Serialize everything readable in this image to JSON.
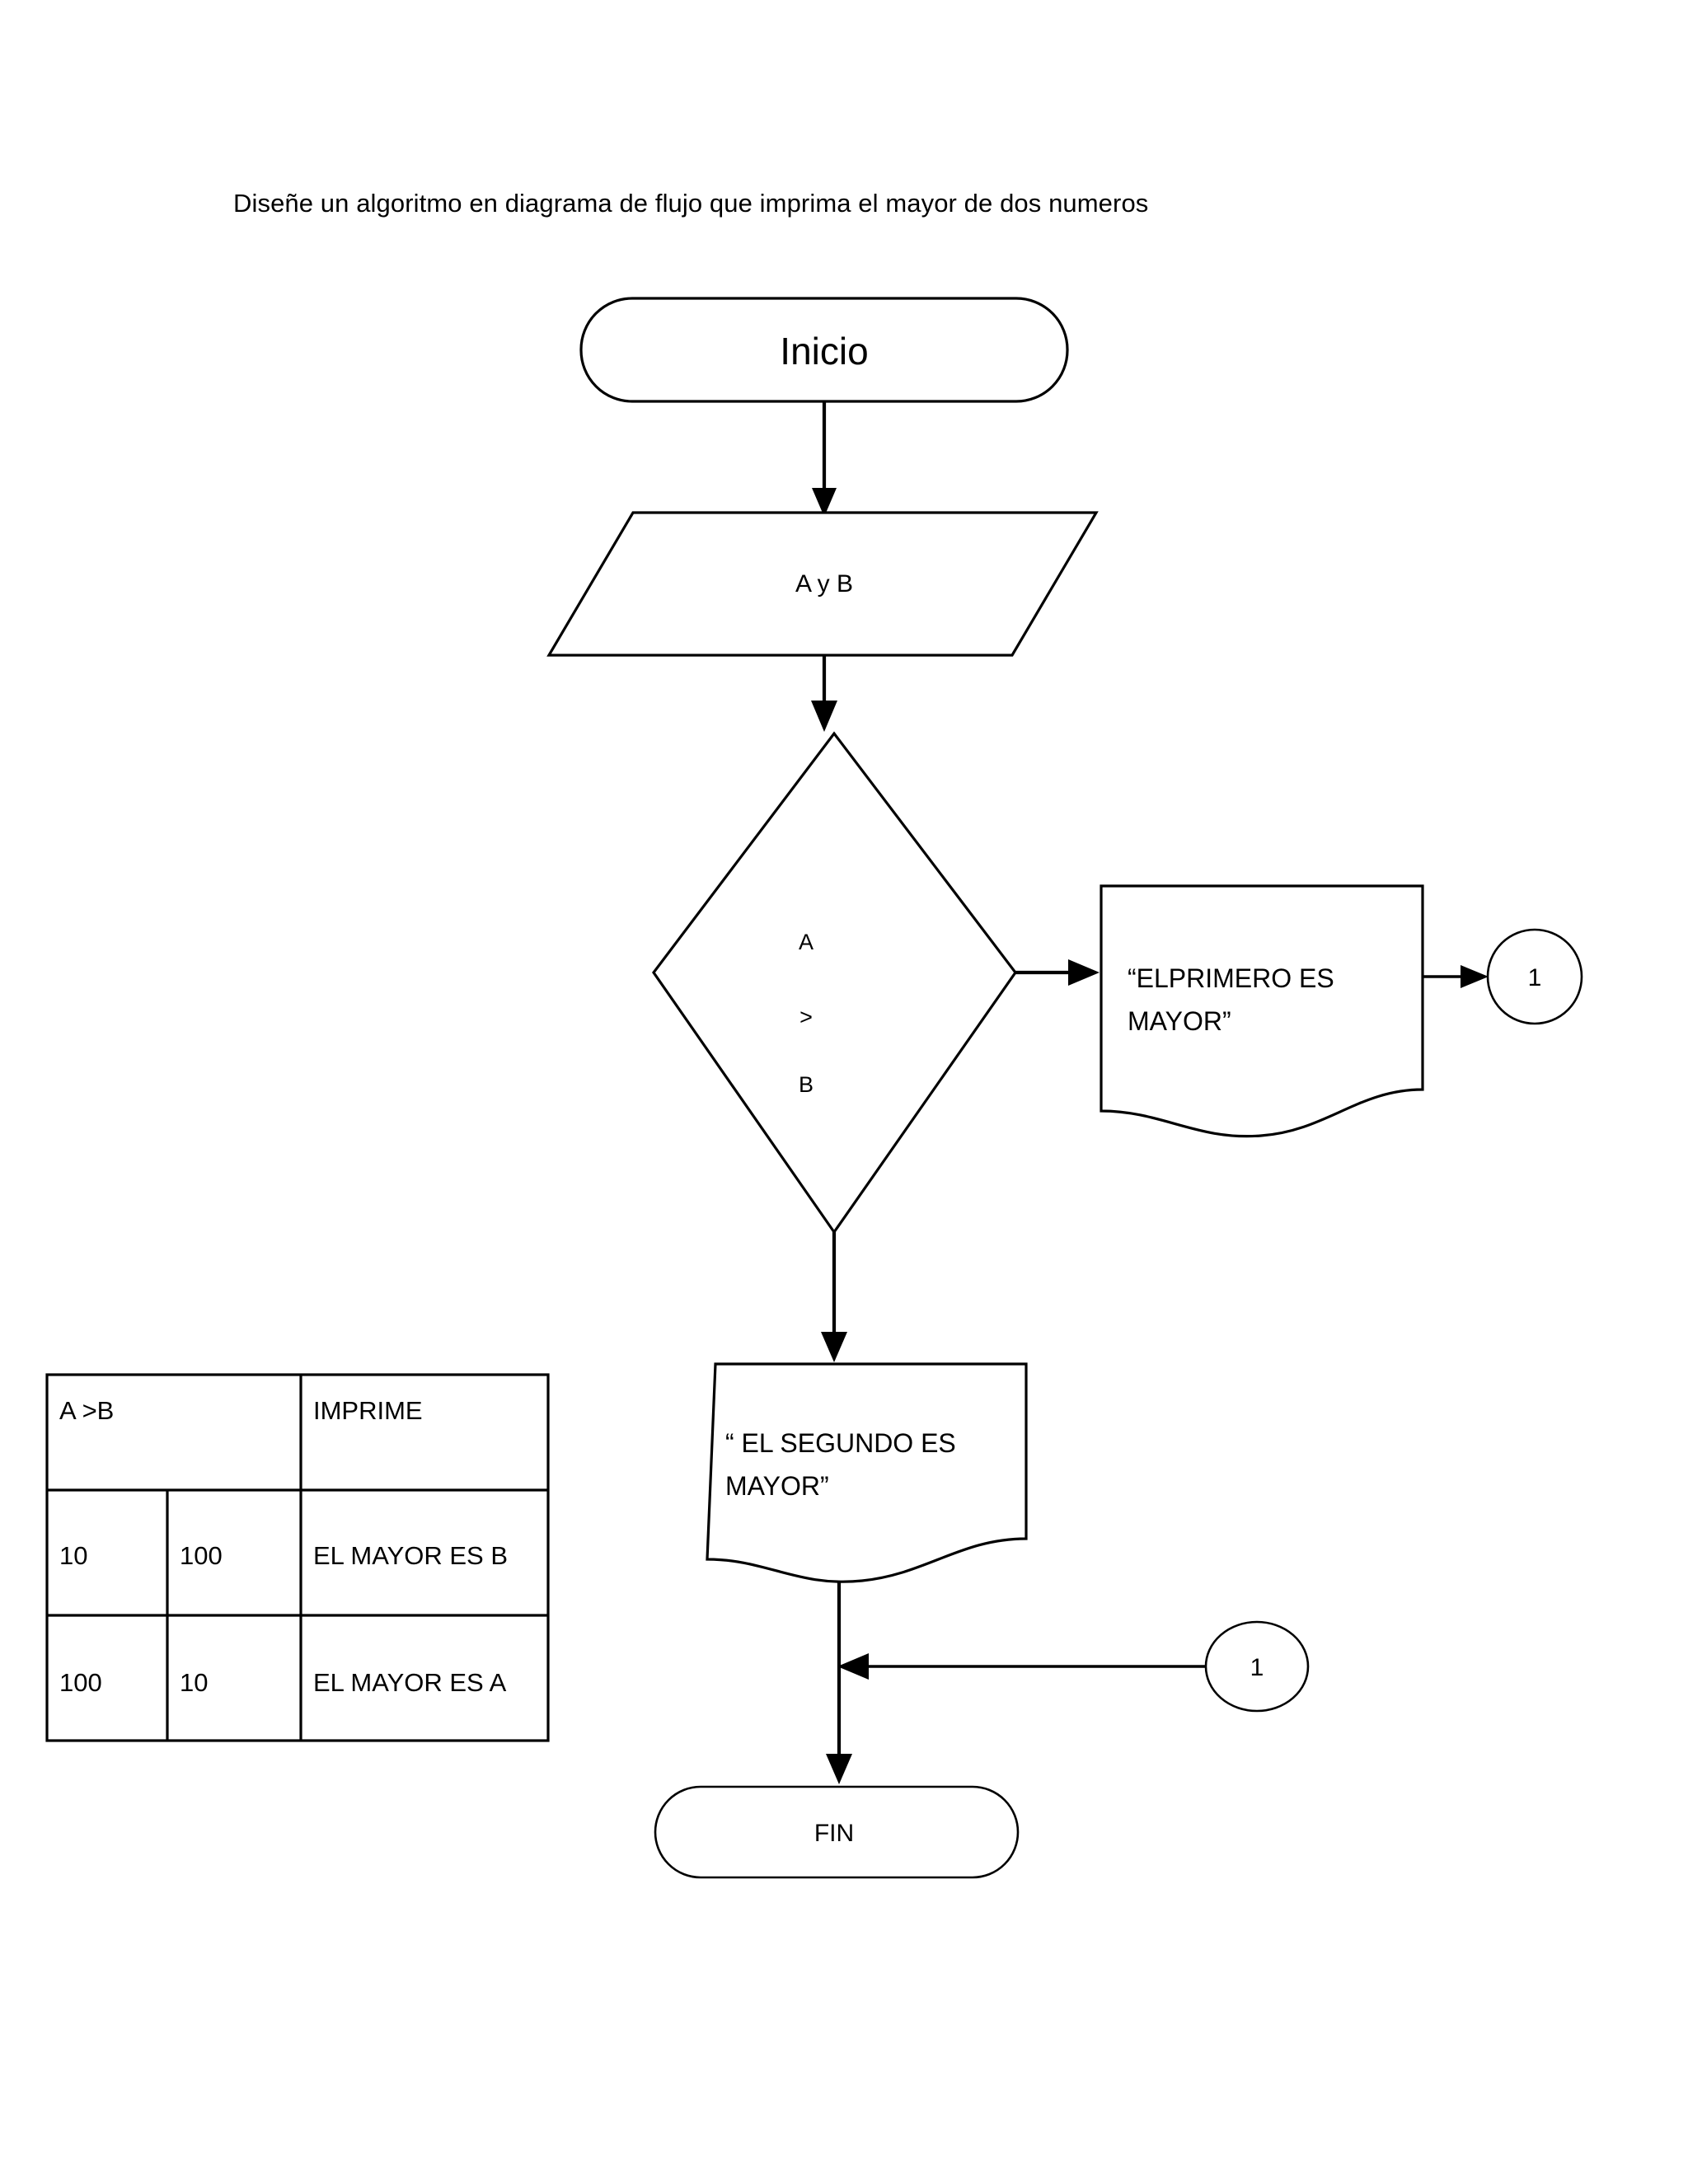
{
  "document": {
    "prompt": "Diseñe un algoritmo en diagrama de flujo que imprima el mayor de dos numeros"
  },
  "flowchart": {
    "start": {
      "label": "Inicio",
      "shape": "terminator"
    },
    "input": {
      "label": "A y B",
      "shape": "parallelogram"
    },
    "decision": {
      "shape": "diamond",
      "line1": "A",
      "line2": ">",
      "line3": "B"
    },
    "output_true": {
      "label_line1": "“ELPRIMERO ES",
      "label_line2": "MAYOR”",
      "shape": "document"
    },
    "output_false": {
      "label_line1": "“ EL SEGUNDO ES",
      "label_line2": "MAYOR”",
      "shape": "document"
    },
    "connector_out": {
      "label": "1",
      "shape": "circle"
    },
    "connector_in": {
      "label": "1",
      "shape": "circle"
    },
    "end": {
      "label": "FIN",
      "shape": "terminator"
    }
  },
  "table": {
    "header": {
      "condition": "A >B",
      "output": "IMPRIME"
    },
    "rows": [
      {
        "a": "10",
        "b": "100",
        "imprime": "EL MAYOR ES B"
      },
      {
        "a": "100",
        "b": "10",
        "imprime": "EL MAYOR ES A"
      }
    ]
  },
  "colors": {
    "stroke": "#000000",
    "fill": "#ffffff",
    "text": "#000000",
    "page_background": "#ffffff"
  }
}
